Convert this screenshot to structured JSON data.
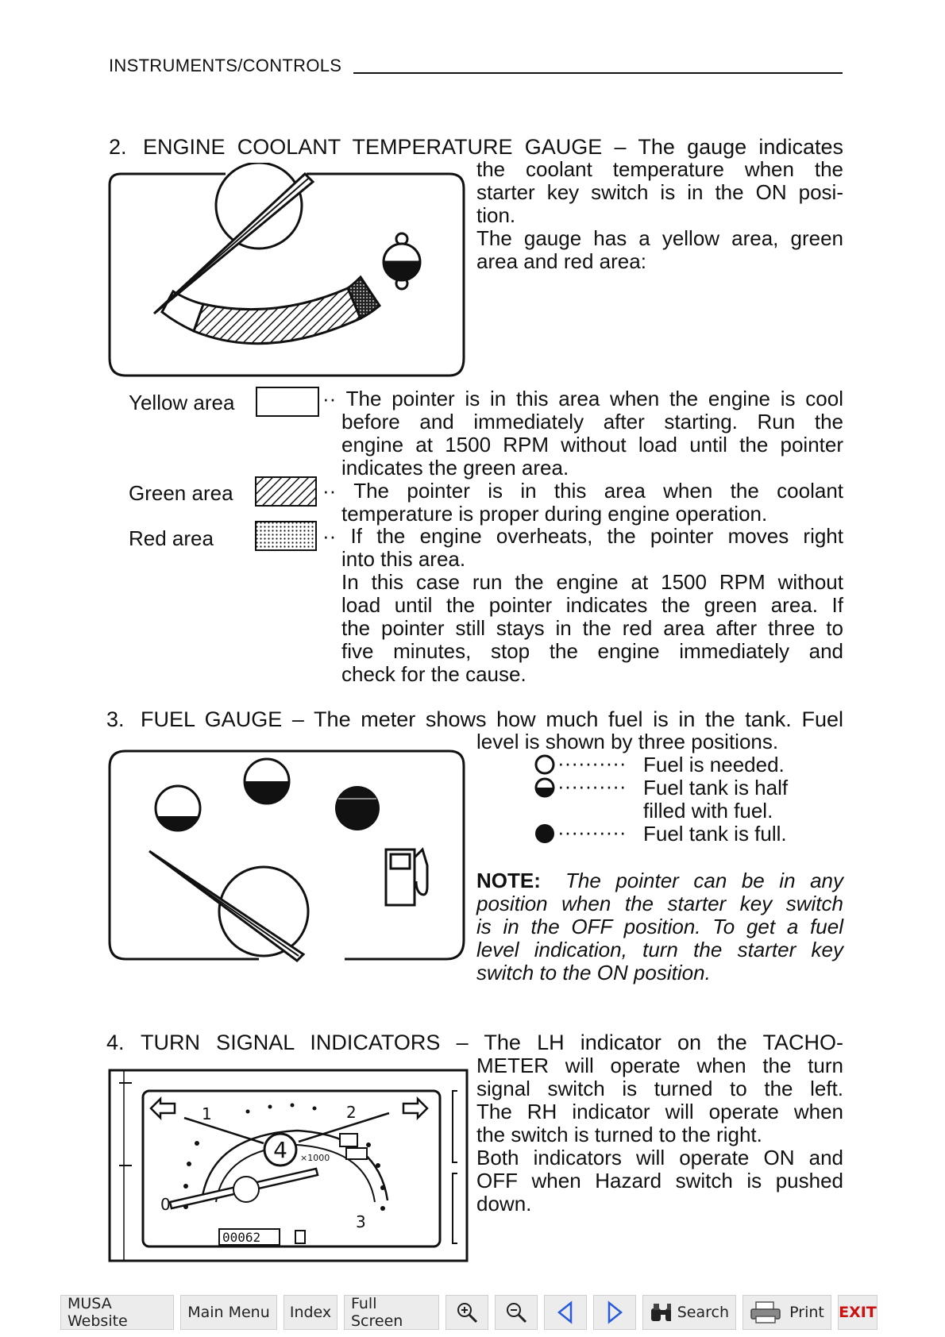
{
  "header": {
    "title": "INSTRUMENTS/CONTROLS"
  },
  "section2": {
    "number": "2.",
    "heading": "ENGINE COOLANT TEMPERATURE GAUGE – The gauge indicates",
    "lines": [
      "the coolant temperature when the",
      "starter key switch is in the ON posi-",
      "tion.",
      "The gauge has a yellow area, green",
      "area and red area:"
    ],
    "legend": [
      {
        "label": "Yellow area",
        "lines": [
          "·· The pointer is in this area when the engine is cool",
          "before and immediately after starting. Run the",
          "engine at 1500 RPM without load until the pointer",
          "indicates the green area."
        ]
      },
      {
        "label": "Green area",
        "lines": [
          "·· The pointer is in this area when the coolant",
          "temperature is proper during engine operation."
        ]
      },
      {
        "label": "Red area",
        "lines": [
          "·· If the engine overheats, the pointer moves right",
          "into this area.",
          "In this case run the engine at 1500 RPM without",
          "load until the pointer indicates the green area. If",
          "the pointer still stays in the red area after three to",
          "five minutes, stop the engine immediately and",
          "check for the cause."
        ]
      }
    ]
  },
  "section3": {
    "number": "3.",
    "heading": "FUEL GAUGE – The meter shows how much fuel is in the tank. Fuel",
    "line2": "level is shown by three positions.",
    "levels": [
      {
        "dots": "··········",
        "text": "Fuel is needed."
      },
      {
        "dots": "··········",
        "text": "Fuel tank is half"
      },
      {
        "dots": "",
        "text": "filled with fuel."
      },
      {
        "dots": "··········",
        "text": "Fuel tank is full."
      }
    ],
    "note_label": "NOTE:",
    "note_lines": [
      "The pointer can be in any",
      "position when the starter key switch",
      "is in the OFF position. To get a fuel",
      "level indication, turn the starter key",
      "switch to the ON position."
    ]
  },
  "section4": {
    "number": "4.",
    "heading": "TURN SIGNAL INDICATORS – The LH indicator on the TACHO-",
    "lines": [
      "METER will operate when the turn",
      "signal switch is turned to the left.",
      "The RH indicator will operate when",
      "the switch is turned to the right.",
      "Both indicators will operate ON and",
      "OFF when Hazard switch is pushed",
      "down."
    ],
    "tacho": {
      "center": "4",
      "unit": "×1000",
      "top_left": "1",
      "top_right": "2",
      "bottom_right": "3",
      "bottom_left": "0",
      "odometer": "00062"
    }
  },
  "toolbar": {
    "items": [
      "MUSA Website",
      "Main Menu",
      "Index",
      "Full Screen",
      "Search",
      "Print",
      "EXIT"
    ],
    "icons": [
      "zoom-in-icon",
      "zoom-out-icon",
      "previous-page-icon",
      "next-page-icon"
    ],
    "exit_color": "#cc1111"
  }
}
